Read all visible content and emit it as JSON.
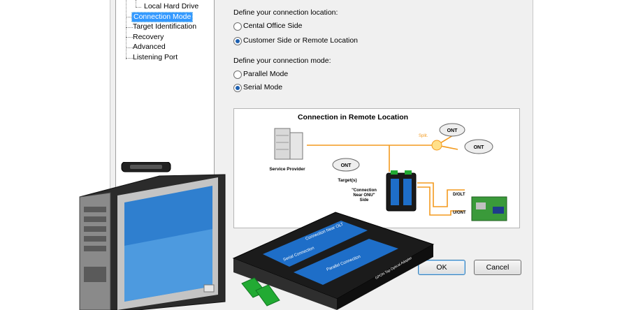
{
  "tree": {
    "items": [
      {
        "label": "Local Hard Drive"
      },
      {
        "label": "Connection Mode"
      },
      {
        "label": "Target Identification"
      },
      {
        "label": "Recovery"
      },
      {
        "label": "Advanced"
      },
      {
        "label": "Listening Port"
      }
    ]
  },
  "location": {
    "prompt": "Define your connection location:",
    "options": [
      {
        "label": "Cental Office Side",
        "checked": false
      },
      {
        "label": "Customer Side or Remote Location",
        "checked": true
      }
    ]
  },
  "mode": {
    "prompt": "Define your connection mode:",
    "options": [
      {
        "label": "Parallel Mode",
        "checked": false
      },
      {
        "label": "Serial Mode",
        "checked": true
      }
    ]
  },
  "diagram": {
    "title": "Connection in Remote Location",
    "service_provider": "Service Provider",
    "targets": "Target(s)",
    "near_onu": "\"Connection Near ONU\" Side",
    "split": "Split.",
    "ont": "ONT",
    "dolt": "D/OLT",
    "uont": "U/ONT",
    "colors": {
      "arrow": "#f39a1e",
      "device": "#1a1a1a",
      "accent": "#1e6ec8"
    }
  },
  "buttons": {
    "ok": "OK",
    "cancel": "Cancel"
  },
  "product": {
    "device_label_1": "Connection Near OLT",
    "device_label_2": "Serial Connection",
    "device_label_3": "Parallel Connection",
    "device_label_4": "GPON Tap Optical Adapter"
  }
}
